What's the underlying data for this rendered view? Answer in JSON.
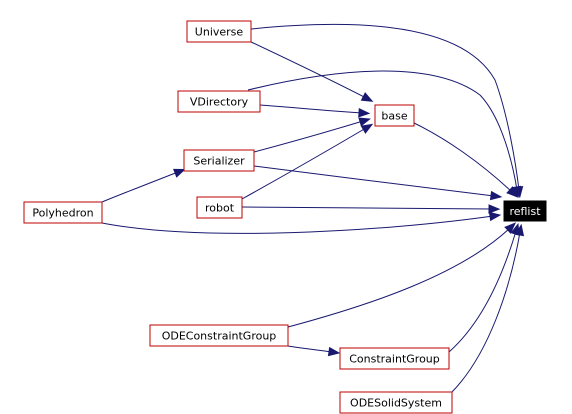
{
  "diagram": {
    "type": "inheritance-graph",
    "colors": {
      "edge": "#191970",
      "node_border": "#bf0000",
      "focus_fill": "#000000",
      "focus_text": "#ffffff"
    },
    "nodes": [
      {
        "id": "universe",
        "label": "Universe"
      },
      {
        "id": "vdirectory",
        "label": "VDirectory"
      },
      {
        "id": "serializer",
        "label": "Serializer"
      },
      {
        "id": "polyhedron",
        "label": "Polyhedron"
      },
      {
        "id": "robot",
        "label": "robot"
      },
      {
        "id": "base",
        "label": "base"
      },
      {
        "id": "reflist",
        "label": "reflist"
      },
      {
        "id": "odeconstraintgroup",
        "label": "ODEConstraintGroup"
      },
      {
        "id": "constraintgroup",
        "label": "ConstraintGroup"
      },
      {
        "id": "odesolidsystem",
        "label": "ODESolidSystem"
      }
    ],
    "edges": [
      {
        "from": "universe",
        "to": "base"
      },
      {
        "from": "vdirectory",
        "to": "base"
      },
      {
        "from": "serializer",
        "to": "base"
      },
      {
        "from": "robot",
        "to": "base"
      },
      {
        "from": "polyhedron",
        "to": "serializer"
      },
      {
        "from": "universe",
        "to": "reflist"
      },
      {
        "from": "vdirectory",
        "to": "reflist"
      },
      {
        "from": "base",
        "to": "reflist"
      },
      {
        "from": "serializer",
        "to": "reflist"
      },
      {
        "from": "robot",
        "to": "reflist"
      },
      {
        "from": "polyhedron",
        "to": "reflist"
      },
      {
        "from": "odeconstraintgroup",
        "to": "reflist"
      },
      {
        "from": "odeconstraintgroup",
        "to": "constraintgroup"
      },
      {
        "from": "constraintgroup",
        "to": "reflist"
      },
      {
        "from": "odesolidsystem",
        "to": "reflist"
      }
    ],
    "focus_node": "reflist"
  }
}
